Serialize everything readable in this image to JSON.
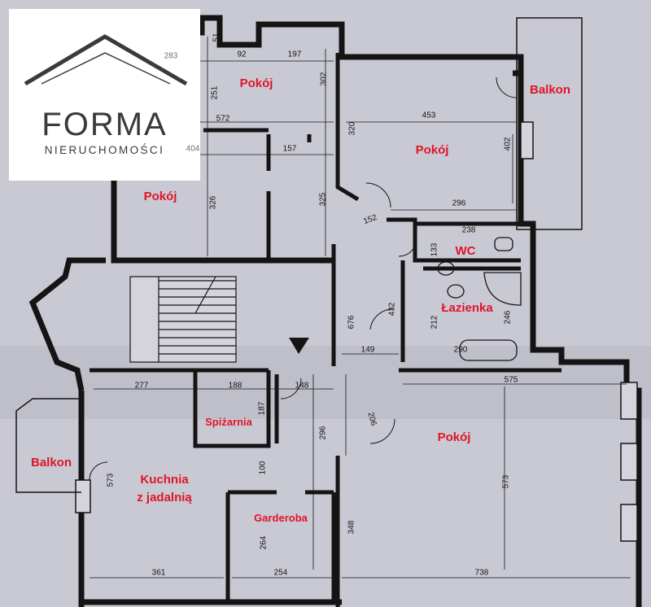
{
  "logo": {
    "name": "FORMA",
    "subtitle": "NIERUCHOMOŚCI",
    "colors": {
      "mark": "#3a3a3a",
      "background": "#ffffff"
    }
  },
  "colors": {
    "label": "#e0142a",
    "paper": "#c9c9d3",
    "line": "#141414"
  },
  "rooms": [
    {
      "label": "Pokój"
    },
    {
      "label": "Pokój"
    },
    {
      "label": "Balkon"
    },
    {
      "label": "Pokój"
    },
    {
      "label": "WC"
    },
    {
      "label": "Łazienka"
    },
    {
      "label": "Spiżarnia"
    },
    {
      "label": "Kuchnia"
    },
    {
      "label": "z jadalnią"
    },
    {
      "label": "Balkon"
    },
    {
      "label": "Garderoba"
    },
    {
      "label": "Pokój"
    }
  ],
  "dimensions": [
    "283",
    "51",
    "92",
    "197",
    "302",
    "251",
    "572",
    "453",
    "404",
    "157",
    "320",
    "402",
    "326",
    "325",
    "296",
    "152",
    "238",
    "133",
    "432",
    "246",
    "212",
    "676",
    "149",
    "290",
    "277",
    "188",
    "148",
    "575",
    "187",
    "206",
    "296",
    "573",
    "100",
    "573",
    "264",
    "348",
    "361",
    "254",
    "738"
  ]
}
